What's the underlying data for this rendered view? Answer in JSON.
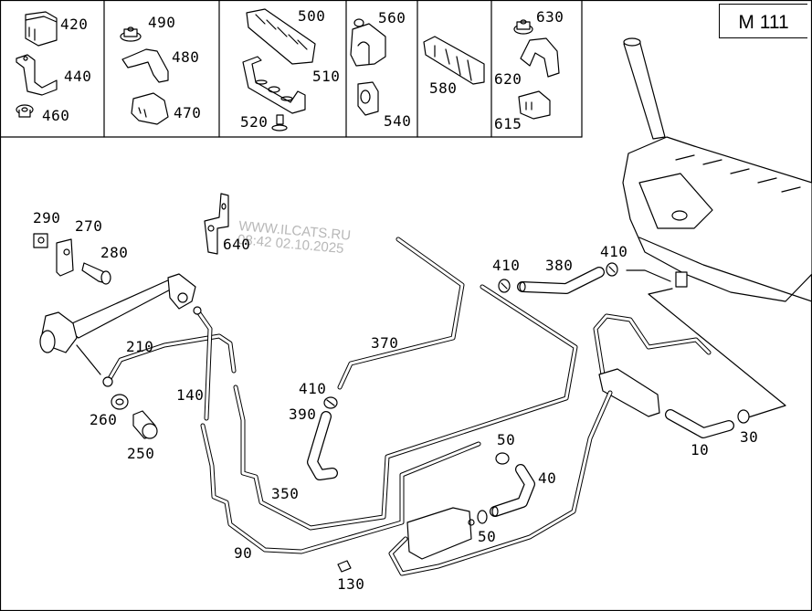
{
  "diagram": {
    "model_code": "M 111",
    "watermark": {
      "line1": "WWW.ILCATS.RU",
      "line2": "08:42 02.10.2025"
    },
    "parts_panels": [
      {
        "panel": 1,
        "parts": [
          "420",
          "440",
          "460"
        ]
      },
      {
        "panel": 2,
        "parts": [
          "490",
          "480",
          "470"
        ]
      },
      {
        "panel": 3,
        "parts": [
          "500",
          "510",
          "520"
        ]
      },
      {
        "panel": 4,
        "parts": [
          "560",
          "540"
        ]
      },
      {
        "panel": 5,
        "parts": [
          "580"
        ]
      },
      {
        "panel": 6,
        "parts": [
          "630",
          "620",
          "615"
        ]
      }
    ],
    "callouts": {
      "p420": "420",
      "p440": "440",
      "p460": "460",
      "p490": "490",
      "p480": "480",
      "p470": "470",
      "p500": "500",
      "p510": "510",
      "p520": "520",
      "p560": "560",
      "p540": "540",
      "p580": "580",
      "p630": "630",
      "p620": "620",
      "p615": "615",
      "p290": "290",
      "p270": "270",
      "p280": "280",
      "p640": "640",
      "p210": "210",
      "p260": "260",
      "p250": "250",
      "p140": "140",
      "p370": "370",
      "p410a": "410",
      "p390": "390",
      "p410b": "410",
      "p380": "380",
      "p410c": "410",
      "p350": "350",
      "p90": "90",
      "p130": "130",
      "p50a": "50",
      "p40": "40",
      "p50b": "50",
      "p10": "10",
      "p30": "30"
    },
    "main_assembly_parts": [
      "290",
      "270",
      "280",
      "640",
      "210",
      "260",
      "250",
      "140",
      "370",
      "410",
      "390",
      "380",
      "350",
      "90",
      "130",
      "50",
      "40",
      "10",
      "30"
    ]
  }
}
